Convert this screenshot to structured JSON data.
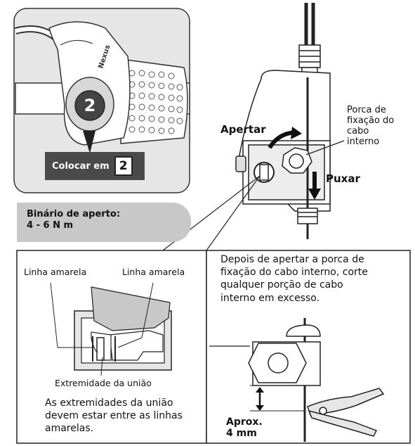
{
  "shifter": {
    "brand": "Nexus",
    "gear_number": "2",
    "set_label": "Colocar em",
    "set_value": "2"
  },
  "torque": {
    "title": "Binário de aperto:",
    "value": "4 - 6 N m"
  },
  "hub": {
    "tighten_label": "Apertar",
    "pull_label": "Puxar",
    "nut_label": [
      "Porca de",
      "fixação do",
      "cabo",
      "interno"
    ]
  },
  "alignment": {
    "yellow_line_left": "Linha amarela",
    "yellow_line_right": "Linha amarela",
    "joint_end": "Extremidade da união",
    "instruction": [
      "As extremidades da união",
      "devem estar entre as linhas",
      "amarelas."
    ]
  },
  "trim": {
    "instruction": [
      "Depois de apertar a porca de",
      "fixação do cabo interno, corte",
      "qualquer porção de cabo",
      "interno em excesso."
    ],
    "length_label": [
      "Aprox.",
      "4 mm"
    ]
  },
  "colors": {
    "panel_gray": "#e6e6e6",
    "shade_gray": "#c8c8c8",
    "dark": "#4a4a4a"
  }
}
